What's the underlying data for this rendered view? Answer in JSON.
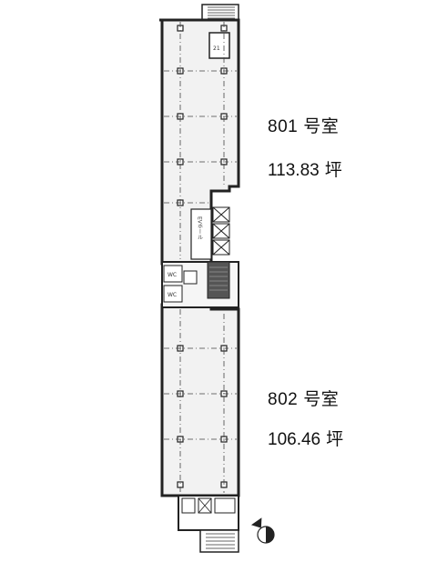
{
  "units": [
    {
      "number": "801",
      "suffix": "号室",
      "area": "113.83",
      "area_unit": "坪"
    },
    {
      "number": "802",
      "suffix": "号室",
      "area": "106.46",
      "area_unit": "坪"
    }
  ],
  "core": {
    "elevator_label": "EVホール",
    "restroom_tag": "WC"
  },
  "colors": {
    "floor_fill": "#f2f2f2",
    "wall": "#222222",
    "core_dark": "#555555"
  },
  "compass_icon": "north-arrow-icon"
}
